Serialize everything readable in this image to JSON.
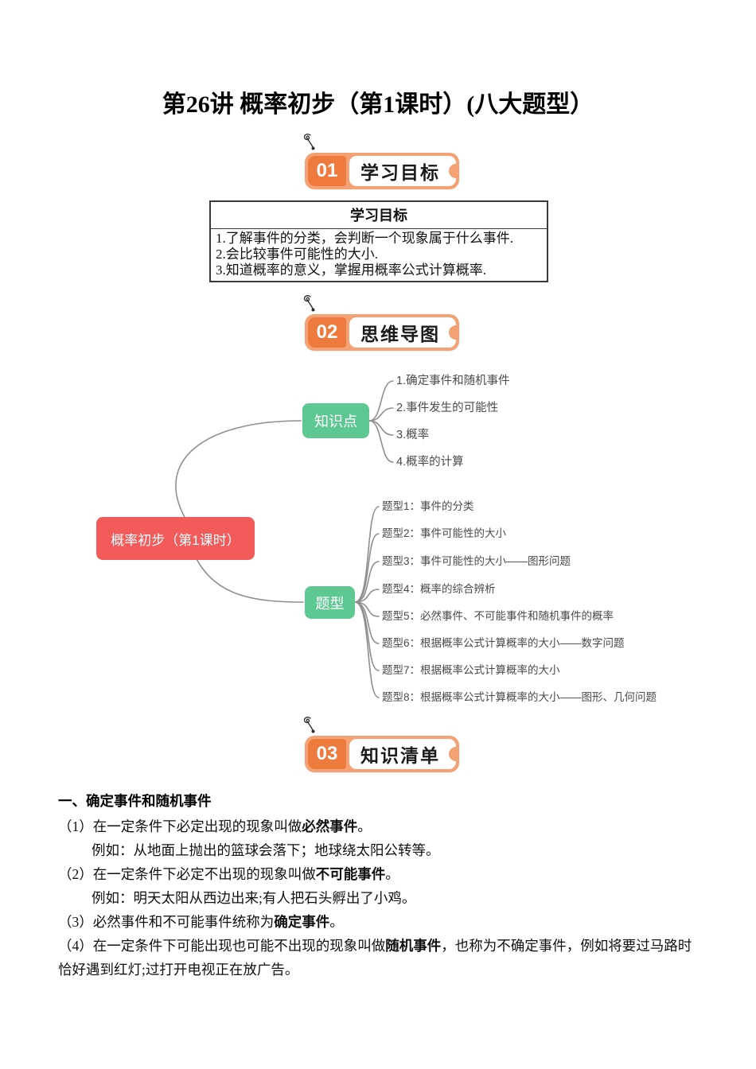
{
  "page": {
    "title": "第26讲 概率初步（第1课时）(八大题型）"
  },
  "sections": [
    {
      "number": "01",
      "label": "学习目标"
    },
    {
      "number": "02",
      "label": "思维导图"
    },
    {
      "number": "03",
      "label": "知识清单"
    }
  ],
  "objectives_table": {
    "header": "学习目标",
    "items": [
      "1.了解事件的分类，会判断一个现象属于什么事件.",
      "2.会比较事件可能性的大小.",
      "3.知道概率的意义，掌握用概率公式计算概率."
    ]
  },
  "mindmap": {
    "root": "概率初步（第1课时）",
    "branches": [
      {
        "label": "知识点",
        "children": [
          "1.确定事件和随机事件",
          "2.事件发生的可能性",
          "3.概率",
          "4.概率的计算"
        ]
      },
      {
        "label": "题型",
        "children": [
          "题型1：事件的分类",
          "题型2：事件可能性的大小",
          "题型3：事件可能性的大小——图形问题",
          "题型4：概率的综合辨析",
          "题型5：必然事件、不可能事件和随机事件的概率",
          "题型6：根据概率公式计算概率的大小——数字问题",
          "题型7：根据概率公式计算概率的大小",
          "题型8：根据概率公式计算概率的大小——图形、几何问题"
        ]
      }
    ],
    "colors": {
      "root": "#f35b5b",
      "branch": "#5ec892",
      "line": "#8f8f8f",
      "leaf_text": "#4a4a4a"
    }
  },
  "knowledge": {
    "heading": "一、确定事件和随机事件",
    "p1": {
      "pre": "（1）在一定条件下必定出现的现象叫做",
      "bold": "必然事件",
      "post": "。"
    },
    "ex1": "例如：从地面上抛出的篮球会落下；地球绕太阳公转等。",
    "p2": {
      "pre": "（2）在一定条件下必定不出现的现象叫做",
      "bold": "不可能事件",
      "post": "。"
    },
    "ex2": "例如：明天太阳从西边出来;有人把石头孵出了小鸡。",
    "p3": {
      "pre": "（3）必然事件和不可能事件统称为",
      "bold": "确定事件",
      "post": "。"
    },
    "p4": {
      "pre": "（4）在一定条件下可能出现也可能不出现的现象叫做",
      "bold": "随机事件",
      "post": "，也称为不确定事件，例如将要过马路时恰好遇到红灯;过打开电视正在放广告。"
    }
  }
}
